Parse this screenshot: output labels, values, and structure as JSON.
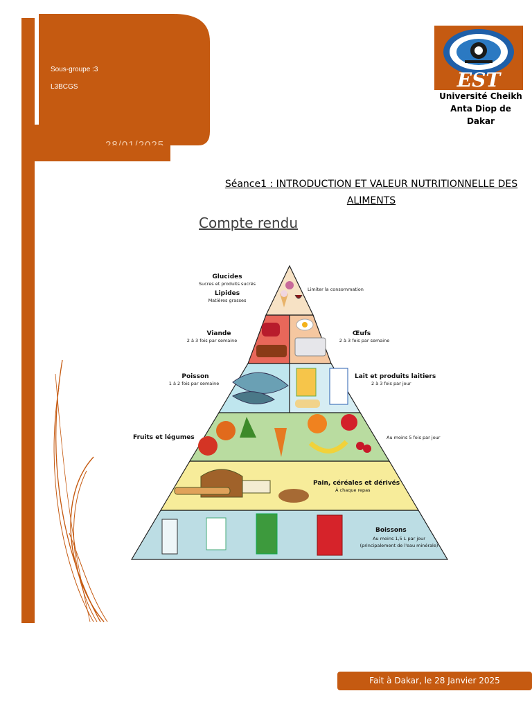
{
  "header": {
    "subgroup": "Sous-groupe :3",
    "class": "L3BCGS",
    "date_partial": "28/01/2025"
  },
  "logo": {
    "text": "EST",
    "icon": "university-seal-icon"
  },
  "university": {
    "name": "Université Cheikh Anta Diop de Dakar"
  },
  "title": {
    "seance": "Séance1 : INTRODUCTION ET VALEUR NUTRITIONNELLE DES ALIMENTS",
    "subtitle": "Compte rendu"
  },
  "pyramid": {
    "tier1": {
      "label1": "Glucides",
      "sub1": "Sucres et produits sucrés",
      "label2": "Lipides",
      "sub2": "Matières grasses",
      "note": "Limiter la consommation"
    },
    "tier2": {
      "left": "Viande",
      "left_sub": "2 à 3 fois par semaine",
      "right": "Œufs",
      "right_sub": "2 à 3 fois par semaine"
    },
    "tier3": {
      "left": "Poisson",
      "left_sub": "1 à 2 fois par semaine",
      "right": "Lait et produits laitiers",
      "right_sub": "2 à 3 fois par jour"
    },
    "tier4": {
      "left": "Fruits et légumes",
      "right": "Au moins 5 fois par jour"
    },
    "tier5": {
      "label": "Pain, céréales et dérivés",
      "sub": "À chaque repas"
    },
    "tier6": {
      "label": "Boissons",
      "sub1": "Au moins 1,5 L par jour",
      "sub2": "(principalement de l'eau minérale)"
    },
    "colors": {
      "top": "#f7e2c5",
      "meat": "#e8675a",
      "eggs": "#f5c7a0",
      "fish": "#bfe6ee",
      "milk": "#d6edf3",
      "veg": "#b9dca0",
      "bread": "#f7ec9a",
      "drinks": "#bcdde4"
    }
  },
  "footer": {
    "text": "Fait à Dakar, le 28 Janvier 2025"
  },
  "colors": {
    "accent": "#c55a11"
  }
}
